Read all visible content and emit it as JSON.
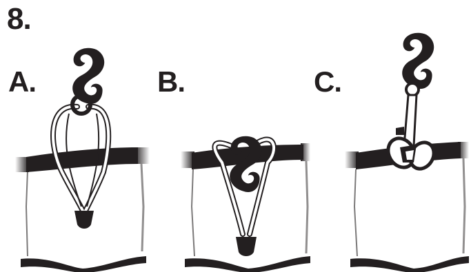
{
  "step": {
    "number": "8."
  },
  "panels": [
    {
      "label": "A."
    },
    {
      "label": "B."
    },
    {
      "label": "C."
    }
  ],
  "colors": {
    "ink": "#231f20",
    "background": "#ffffff"
  }
}
